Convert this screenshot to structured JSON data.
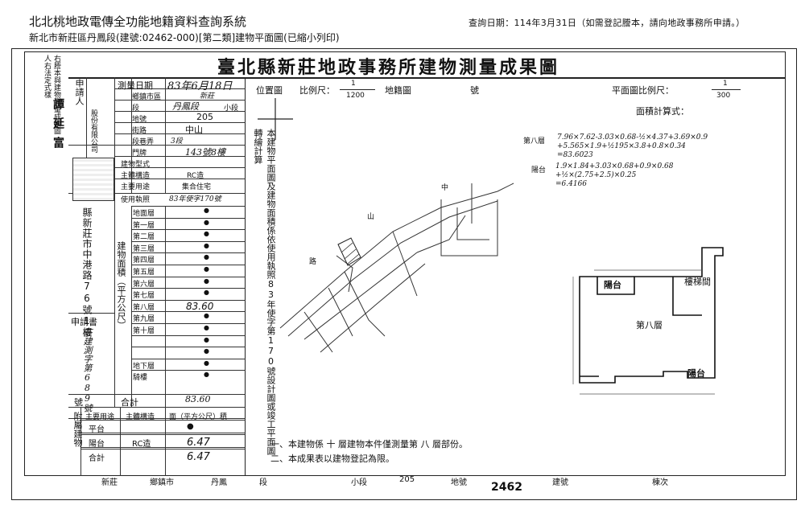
{
  "header": {
    "system_title": "北北桃地政電傳全功能地籍資料查詢系統",
    "subtitle": "新北市新莊區丹鳳段(建號:02462-000)[第二類]建物平面圖(已縮小列印)",
    "query_date": "查詢日期：114年3月31日（如需登記謄本，請向地政事務所申請。）"
  },
  "document": {
    "title": "臺北縣新莊地政事務所建物測量成果圖",
    "side_stamp_col1": "右謄本與建物測量成果圖",
    "side_stamp_col2": "人右法定式樣",
    "side_name": "譚延富",
    "applicant_label": "申請人",
    "applicant_value": "股份有限公司",
    "survey_date_label": "測量日期",
    "survey_date_value": "83年6月18日",
    "location": {
      "township_label": "鄉鎮市區",
      "township_value": "新莊",
      "section_label": "段",
      "section_value": "丹鳳段",
      "subsection_label": "小段",
      "lot_label": "地號",
      "lot_value": "205",
      "street_label": "街路",
      "street_value": "中山",
      "lane_label": "段巷弄",
      "lane_value": "3段",
      "door_label": "門牌",
      "door_value": "143號8樓"
    },
    "building_type_label": "建物型式",
    "structure_label": "主體構造",
    "structure_value": "RC造",
    "use_label": "主要用途",
    "use_value": "集合住宅",
    "permit_label": "使用執照",
    "permit_value": "83年使字170號",
    "left_address": "縣新莊市中港路76號1樓",
    "application_label": "申請書",
    "application_value": "莊建測字第689號",
    "floors_heading": "建物面積（平方公尺）",
    "floors": [
      {
        "name": "地面層",
        "value": "●"
      },
      {
        "name": "第一層",
        "value": "●"
      },
      {
        "name": "第二層",
        "value": "●"
      },
      {
        "name": "第三層",
        "value": "●"
      },
      {
        "name": "第四層",
        "value": "●"
      },
      {
        "name": "第五層",
        "value": "●"
      },
      {
        "name": "第六層",
        "value": "●"
      },
      {
        "name": "第七層",
        "value": "●"
      },
      {
        "name": "第八層",
        "value": "83.60"
      },
      {
        "name": "第九層",
        "value": "●"
      },
      {
        "name": "第十層",
        "value": "●"
      },
      {
        "name": "",
        "value": "●"
      },
      {
        "name": "",
        "value": "●"
      },
      {
        "name": "地下層",
        "value": "●"
      },
      {
        "name": "騎樓",
        "value": "●"
      }
    ],
    "total_label": "合計",
    "total_value": "83.60",
    "number_label": "號",
    "annex": {
      "label": "附屬建物",
      "col_use": "主要用途",
      "col_struct": "主體構造",
      "col_area": "面（平方公尺）積",
      "rows": [
        {
          "use": "平台",
          "struct": "",
          "area": "●"
        },
        {
          "use": "陽台",
          "struct": "RC造",
          "area": "6.47"
        },
        {
          "use": "合計",
          "struct": "",
          "area": "6.47"
        }
      ]
    },
    "location_map_label": "位置圖",
    "scale_label": "比例尺：",
    "scale_num": "1",
    "scale_den": "1200",
    "cadastral_label": "地籍圖",
    "cadastral_no": "號",
    "plan_scale_label": "平面圖比例尺：",
    "plan_scale_num": "1",
    "plan_scale_den": "300",
    "area_calc_label": "面積計算式：",
    "calc_8f_label": "第八層",
    "calc_8f_lines": [
      "7.96×7.62-3.03×0.68-½×4.37+3.69×0.9",
      "+5.565×1.9+½195×3.8+0.8×0.34",
      "=83.6023"
    ],
    "calc_bal_label": "陽台",
    "calc_bal_lines": [
      "1.9×1.84+3.03×0.68+0.9×0.68",
      "+½×(2.75+2.5)×0.25",
      "=6.4166"
    ],
    "vertical_note": "本建物平面圖及建物面積係依使用執照83年使字第170號設計圖或竣工平面圖轉繪計算",
    "note1": "一、本建物係 十 層建物本件僅測量第 八 層部份。",
    "note2": "二、本成果表以建物登記為限。",
    "plan_labels": {
      "balcony": "陽台",
      "stair": "樓梯間",
      "floor": "第八層",
      "road_map_1": "路",
      "road_map_2": "中",
      "road_map_3": "山"
    },
    "bottom": {
      "county": "新莊",
      "township": "鄉鎮市",
      "section": "丹鳳",
      "section_suffix": "段",
      "subsection": "小段",
      "lot": "205",
      "lot_suffix": "地號",
      "building_no": "2462",
      "building_label": "建號",
      "building_sub": "棟次"
    }
  }
}
